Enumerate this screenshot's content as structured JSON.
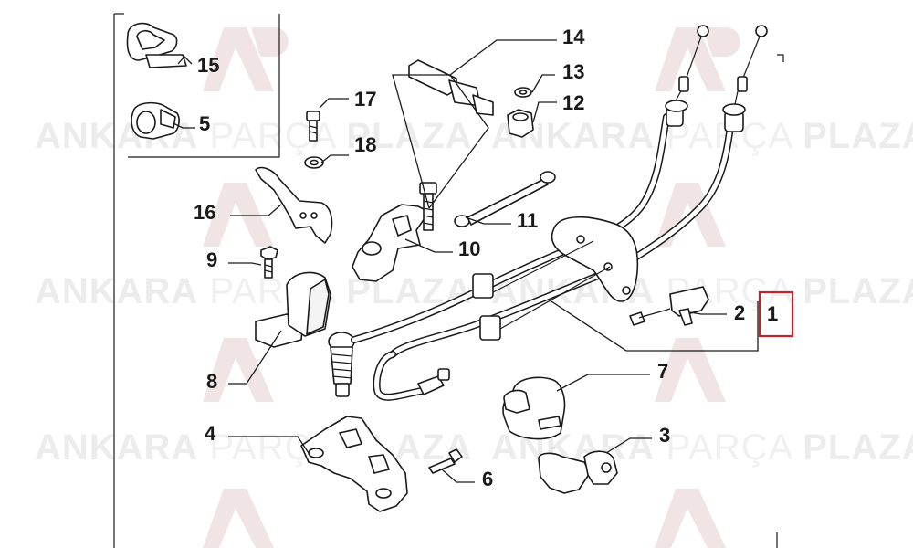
{
  "watermark": {
    "word1": "ANKARA",
    "word2": "PARÇA",
    "word3": "PLAZA",
    "logo_letters": "AP"
  },
  "callouts": [
    {
      "id": "c1",
      "label": "1",
      "highlighted": true
    },
    {
      "id": "c2",
      "label": "2"
    },
    {
      "id": "c3",
      "label": "3"
    },
    {
      "id": "c4",
      "label": "4"
    },
    {
      "id": "c5",
      "label": "5"
    },
    {
      "id": "c6",
      "label": "6"
    },
    {
      "id": "c7",
      "label": "7"
    },
    {
      "id": "c8",
      "label": "8"
    },
    {
      "id": "c9",
      "label": "9"
    },
    {
      "id": "c10",
      "label": "10"
    },
    {
      "id": "c11",
      "label": "11"
    },
    {
      "id": "c12",
      "label": "12"
    },
    {
      "id": "c13",
      "label": "13"
    },
    {
      "id": "c14",
      "label": "14"
    },
    {
      "id": "c15",
      "label": "15"
    },
    {
      "id": "c16",
      "label": "16"
    },
    {
      "id": "c17",
      "label": "17"
    },
    {
      "id": "c18",
      "label": "18"
    }
  ],
  "colors": {
    "highlight_box": "#c8202a",
    "ink": "#1a1a1a",
    "watermark": "#ececec"
  }
}
